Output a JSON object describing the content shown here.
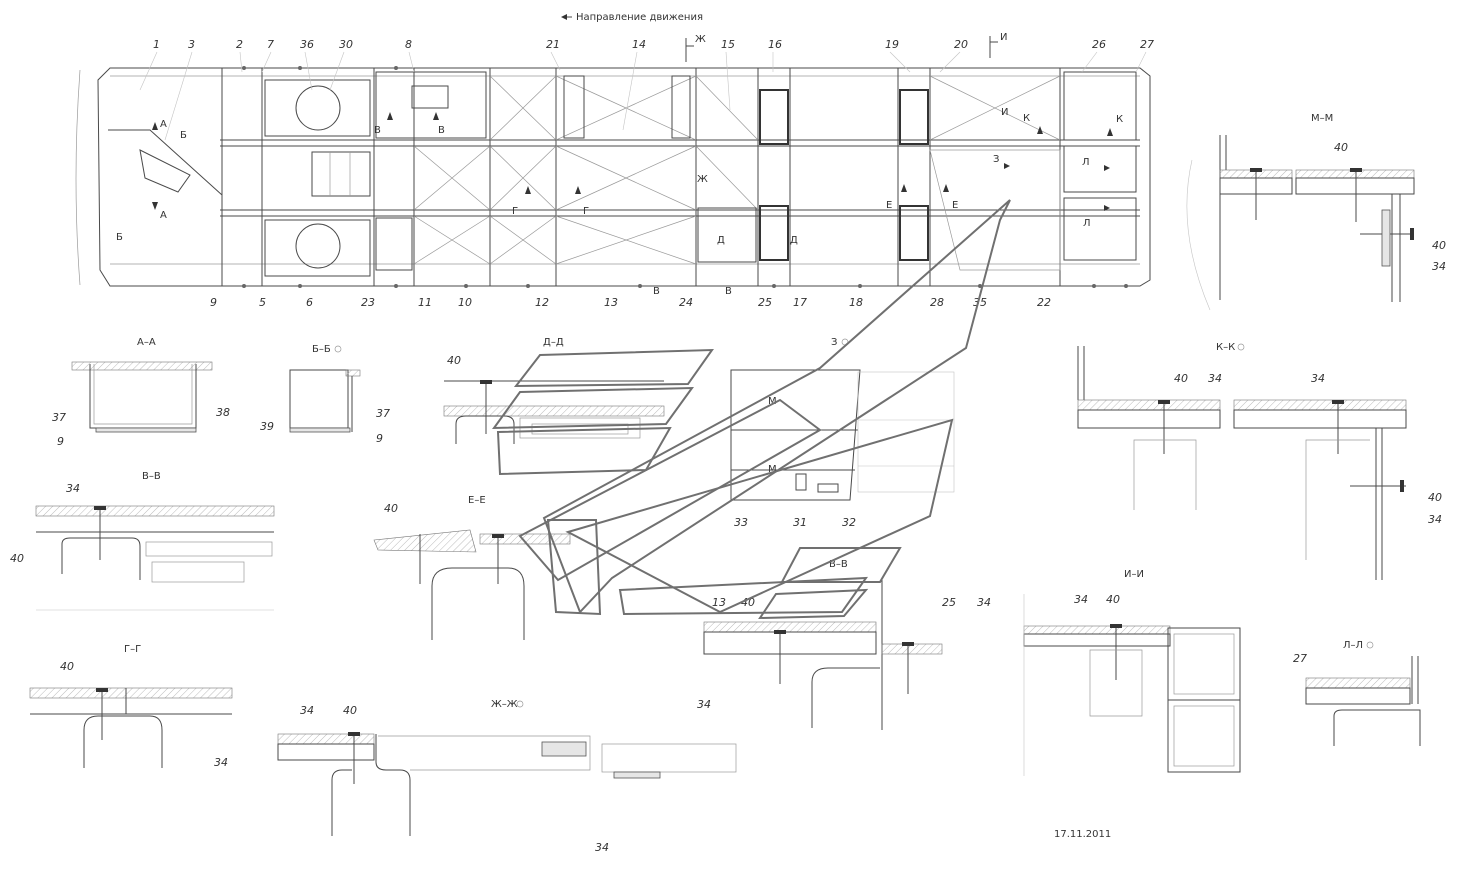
{
  "title": "Направление движения",
  "date": "17.11.2011",
  "top_callouts": [
    "1",
    "3",
    "2",
    "7",
    "36",
    "30",
    "8",
    "21",
    "14",
    "15",
    "16",
    "19",
    "20",
    "26",
    "27"
  ],
  "bottom_callouts": [
    "9",
    "5",
    "6",
    "23",
    "11",
    "10",
    "12",
    "13",
    "24",
    "25",
    "17",
    "18",
    "28",
    "35",
    "22"
  ],
  "section_marks": {
    "zh": "Ж",
    "i": "И",
    "k": "К",
    "l": "Л",
    "a": "А",
    "b": "Б",
    "v": "В",
    "g": "Г",
    "d": "Д",
    "e": "Е",
    "z": "З",
    "m": "М"
  },
  "sections": {
    "aa": {
      "title": "А–А",
      "labels": [
        "37",
        "38",
        "9"
      ]
    },
    "bb": {
      "title": "Б–Б",
      "labels": [
        "39",
        "37",
        "9"
      ]
    },
    "dd": {
      "title": "Д–Д",
      "labels": [
        "40"
      ]
    },
    "z": {
      "title": "З",
      "labels": [
        "33",
        "31",
        "32"
      ]
    },
    "kk": {
      "title": "К–К",
      "labels": [
        "40",
        "34",
        "34",
        "40",
        "34"
      ]
    },
    "mm": {
      "title": "М–М",
      "labels": [
        "40",
        "40",
        "34"
      ]
    },
    "vv1": {
      "title": "В–В",
      "labels": [
        "34",
        "40"
      ]
    },
    "ee": {
      "title": "Е–Е",
      "labels": [
        "40"
      ]
    },
    "vv2": {
      "title": "В–В",
      "labels": [
        "13",
        "40",
        "25",
        "34",
        "34"
      ]
    },
    "ii": {
      "title": "И–И",
      "labels": [
        "34",
        "40"
      ]
    },
    "gg": {
      "title": "Г–Г",
      "labels": [
        "40",
        "34"
      ]
    },
    "zhzh": {
      "title": "Ж–Ж",
      "labels": [
        "34",
        "40",
        "34"
      ]
    },
    "ll": {
      "title": "Л–Л",
      "labels": [
        "27"
      ]
    }
  }
}
